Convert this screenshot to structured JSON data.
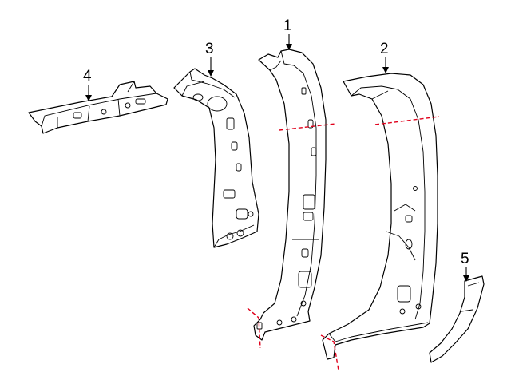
{
  "callouts": [
    {
      "id": "1",
      "label": "1"
    },
    {
      "id": "2",
      "label": "2"
    },
    {
      "id": "3",
      "label": "3"
    },
    {
      "id": "4",
      "label": "4"
    },
    {
      "id": "5",
      "label": "5"
    }
  ],
  "colors": {
    "line": "#000000",
    "cut_line": "#e0001b",
    "background": "#ffffff"
  }
}
